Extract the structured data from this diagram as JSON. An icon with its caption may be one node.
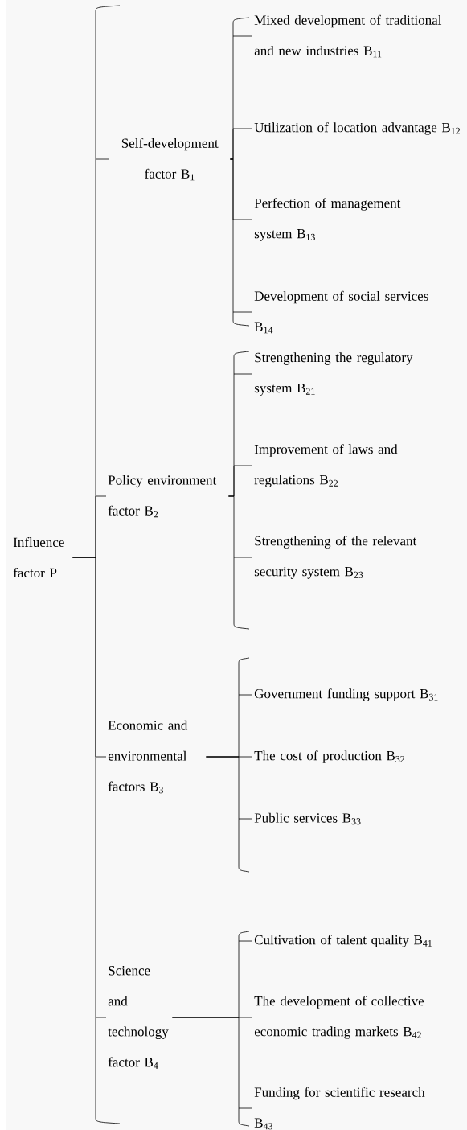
{
  "diagram": {
    "nodes": [
      {
        "text": [
          "Influence factor P"
        ]
      },
      {
        "text": [
          "Self-development factor B$_{1}$"
        ]
      },
      {
        "text": [
          "Mixed development of traditional and new industries B$_{11}$"
        ]
      },
      {
        "text": [
          "Utilization of location advantage B$_{12}$"
        ]
      },
      {
        "text": [
          "Perfection of management system B$_{13}$"
        ]
      },
      {
        "text": [
          "Development of social services B$_{14}$"
        ]
      },
      {
        "text": [
          "Policy environment factor B$_{2}$"
        ]
      },
      {
        "text": [
          "Strengthening the regulatory system B$_{21}$"
        ]
      },
      {
        "text": [
          "Improvement of laws and regulations B$_{22}$"
        ]
      },
      {
        "text": [
          "Strengthening of the relevant security system B$_{23}$"
        ]
      },
      {
        "text": [
          "Economic and environmental factors B$_{3}$"
        ]
      },
      {
        "text": [
          "Government funding support B$_{31}$"
        ]
      },
      {
        "text": [
          "The cost of production B$_{32}$"
        ]
      },
      {
        "text": [
          "Public services B$_{33}$"
        ]
      },
      {
        "text": [
          "Science and technology factor B$_{4}$"
        ]
      },
      {
        "text": [
          "Cultivation of talent quality B$_{41}$"
        ]
      },
      {
        "text": [
          "The development of collective economic trading markets B$_{42}$"
        ]
      },
      {
        "text": [
          "Funding for scientific research B$_{43}$"
        ]
      }
    ],
    "edges": [
      {
        "from": 0,
        "to": 1,
        "arrow": "none"
      },
      {
        "from": 0,
        "to": 6,
        "arrow": "none"
      },
      {
        "from": 0,
        "to": 10,
        "arrow": "none"
      },
      {
        "from": 0,
        "to": 14,
        "arrow": "none"
      },
      {
        "from": 1,
        "to": 2,
        "arrow": "none"
      },
      {
        "from": 1,
        "to": 3,
        "arrow": "none"
      },
      {
        "from": 1,
        "to": 4,
        "arrow": "none"
      },
      {
        "from": 1,
        "to": 5,
        "arrow": "none"
      },
      {
        "from": 6,
        "to": 7,
        "arrow": "none"
      },
      {
        "from": 6,
        "to": 8,
        "arrow": "none"
      },
      {
        "from": 6,
        "to": 9,
        "arrow": "none"
      },
      {
        "from": 10,
        "to": 11,
        "arrow": "none"
      },
      {
        "from": 10,
        "to": 12,
        "arrow": "none"
      },
      {
        "from": 10,
        "to": 13,
        "arrow": "none"
      },
      {
        "from": 14,
        "to": 15,
        "arrow": "none"
      },
      {
        "from": 14,
        "to": 16,
        "arrow": "none"
      },
      {
        "from": 14,
        "to": 17,
        "arrow": "none"
      }
    ]
  }
}
